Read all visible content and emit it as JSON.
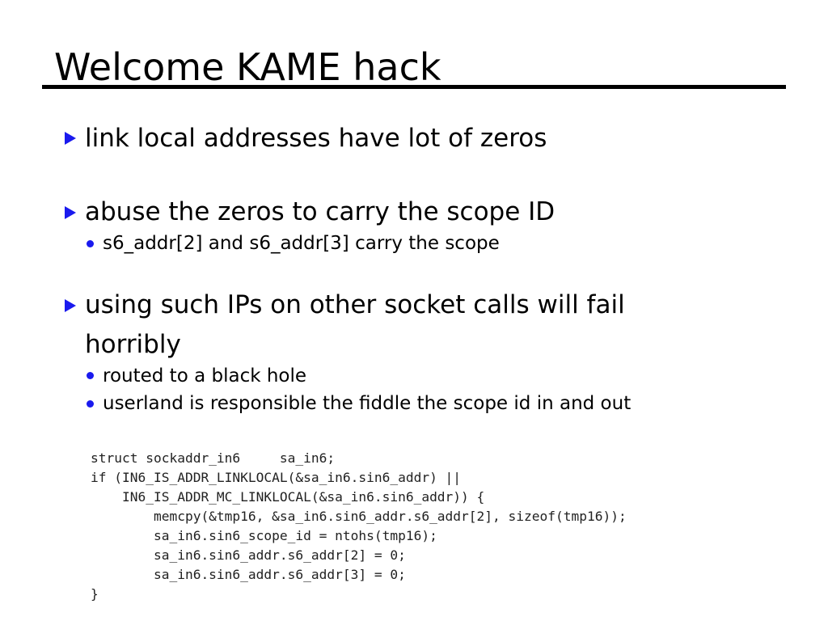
{
  "slide": {
    "title": "Welcome KAME hack",
    "bullets": [
      {
        "text": "link local addresses have lot of zeros"
      },
      {
        "text": "abuse the zeros to carry the scope ID",
        "subs": [
          "s6_addr[2] and s6_addr[3] carry the scope"
        ]
      },
      {
        "line1": "using such IPs on other socket calls will fail",
        "line2": "horribly",
        "subs": [
          "routed to a black hole",
          "userland is responsible the fiddle the scope id in and out"
        ]
      }
    ],
    "code": [
      "struct sockaddr_in6     sa_in6;",
      "if (IN6_IS_ADDR_LINKLOCAL(&sa_in6.sin6_addr) ||",
      "    IN6_IS_ADDR_MC_LINKLOCAL(&sa_in6.sin6_addr)) {",
      "        memcpy(&tmp16, &sa_in6.sin6_addr.s6_addr[2], sizeof(tmp16));",
      "        sa_in6.sin6_scope_id = ntohs(tmp16);",
      "        sa_in6.sin6_addr.s6_addr[2] = 0;",
      "        sa_in6.sin6_addr.s6_addr[3] = 0;",
      "}"
    ],
    "colors": {
      "bullet_accent": "#1a1aee",
      "text": "#000000",
      "code_text": "#222222"
    },
    "icons": {
      "level1": "triangle-bullet-icon",
      "level2": "dot-bullet-icon"
    }
  }
}
